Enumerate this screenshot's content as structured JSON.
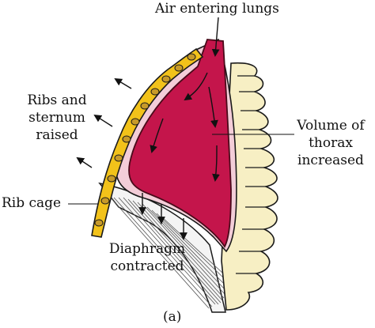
{
  "diagram": {
    "labels": {
      "air": "Air entering lungs",
      "ribs": [
        "Ribs and",
        "sternum",
        "raised"
      ],
      "volume": [
        "Volume of",
        "thorax",
        "increased"
      ],
      "ribcage": "Rib cage",
      "diaphragm": [
        "Diaphragm",
        "contracted"
      ],
      "caption": "(a)"
    },
    "colors": {
      "lung": "#c4154b",
      "lung_outline": "#4a0a1a",
      "pleura": "#f3cdd8",
      "ribs": "#f2c21a",
      "rib_spots": "#c79a2a",
      "spine": "#f7efc4",
      "outline": "#1a1a1a"
    }
  }
}
